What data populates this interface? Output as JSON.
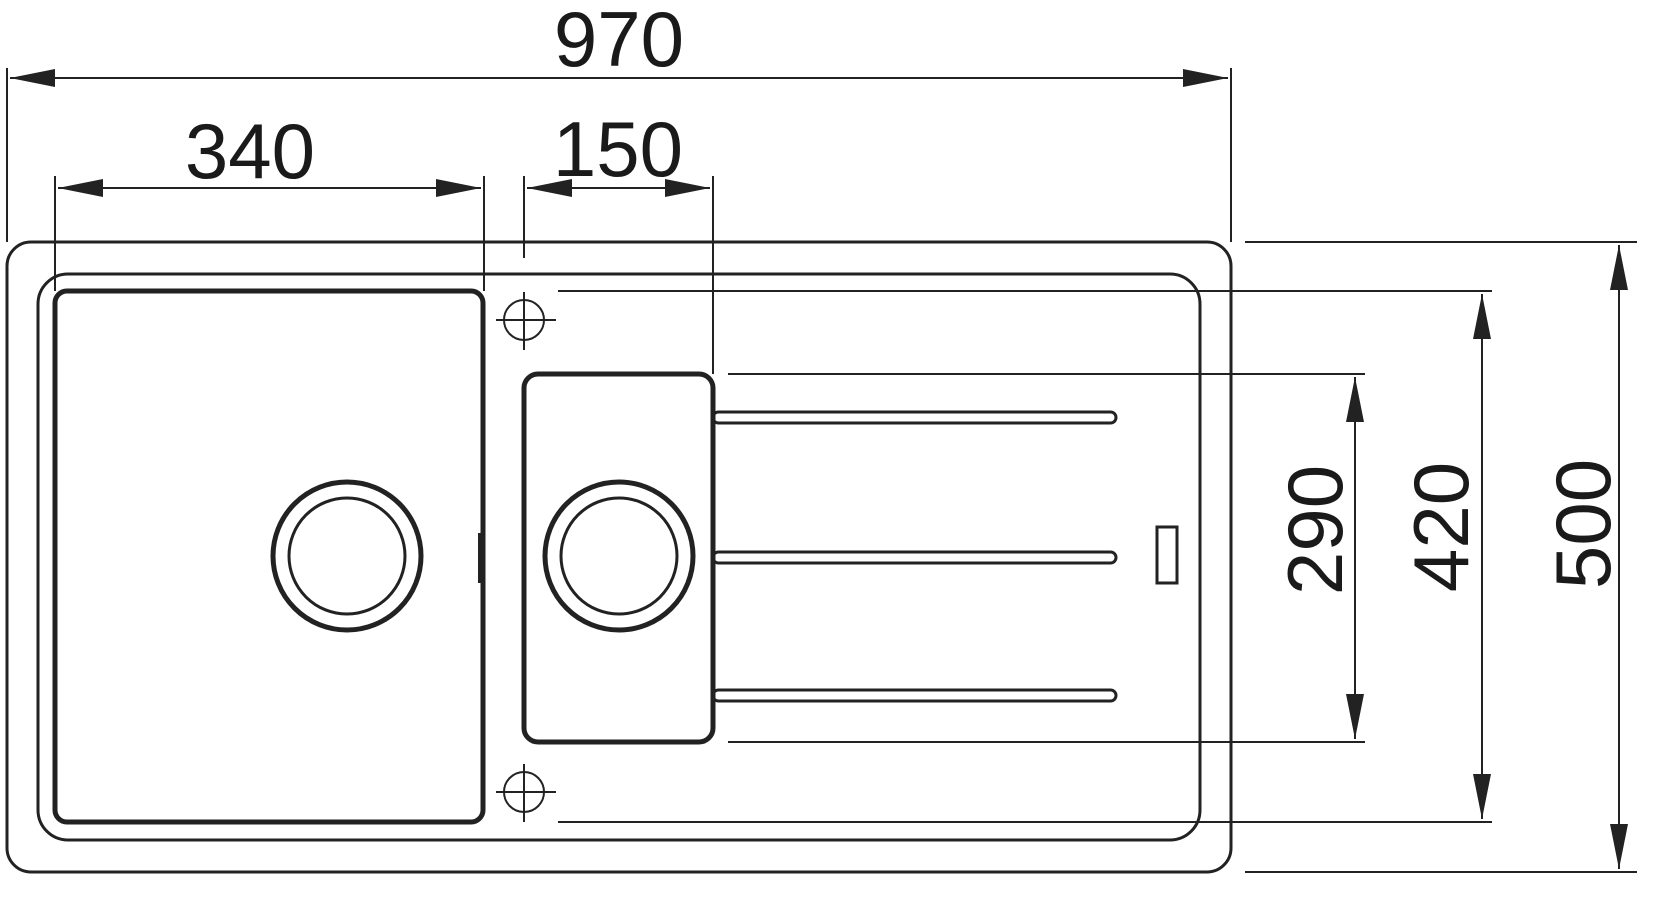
{
  "dimensions": {
    "overall_width": "970",
    "main_bowl_width": "340",
    "small_bowl_width": "150",
    "small_bowl_depth": "290",
    "inner_depth": "420",
    "overall_depth": "500"
  }
}
